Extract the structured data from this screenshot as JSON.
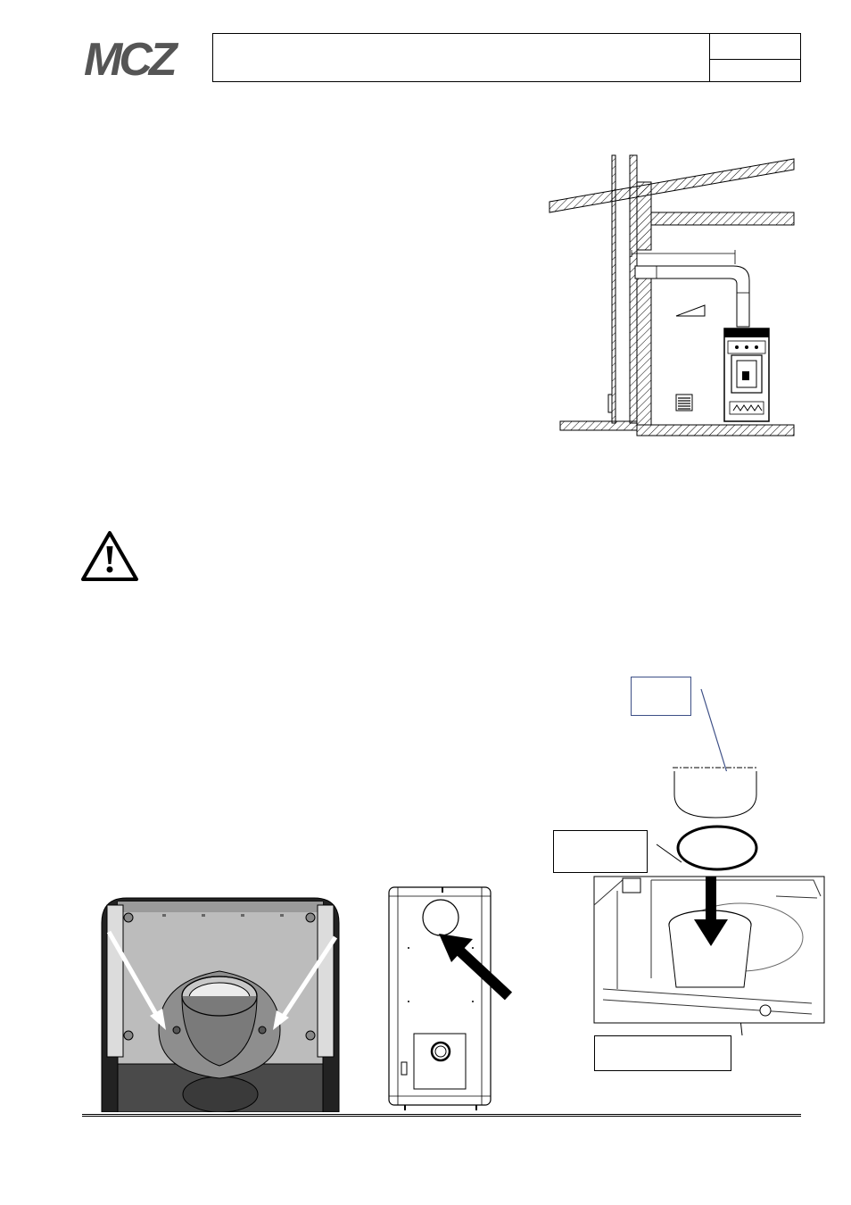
{
  "header": {
    "logo": "MCZ",
    "icon": "mcz-logo-icon"
  },
  "warning": {
    "icon": "warning-triangle-icon"
  },
  "figures": {
    "installation_diagram": "wall-flue-installation-diagram",
    "rear_top_view": "stove-top-flue-outlet-view",
    "rear_panel_view": "stove-rear-panel-view",
    "flue_collar_detail": "flue-collar-gasket-detail"
  },
  "colors": {
    "logo_gray": "#555555",
    "callout_blue": "#3d4f86",
    "grey_fill": "#a8a8a8"
  }
}
